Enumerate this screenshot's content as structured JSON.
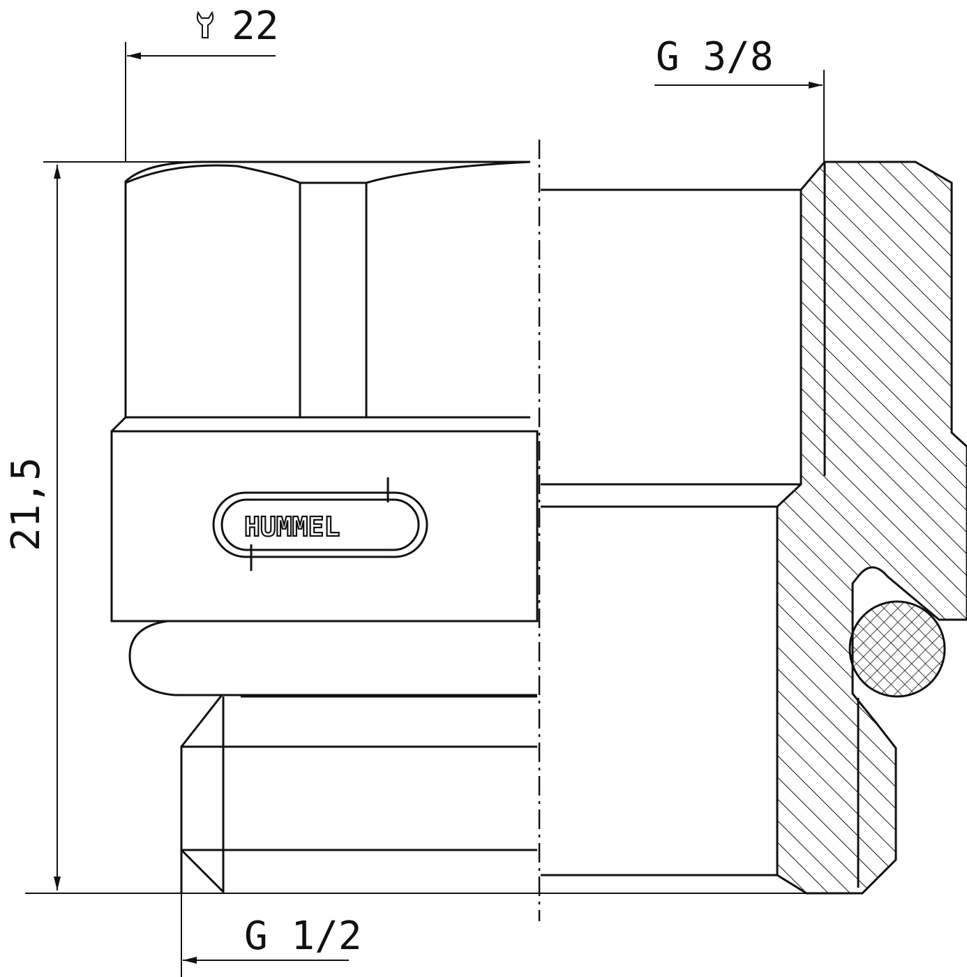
{
  "dimensions": {
    "wrench_size": "22",
    "thread_top": "G 3/8",
    "thread_bottom": "G 1/2",
    "height": "21,5"
  },
  "logo": {
    "text": "HUMMEL"
  },
  "icons": {
    "wrench": "wrench-size-icon"
  }
}
